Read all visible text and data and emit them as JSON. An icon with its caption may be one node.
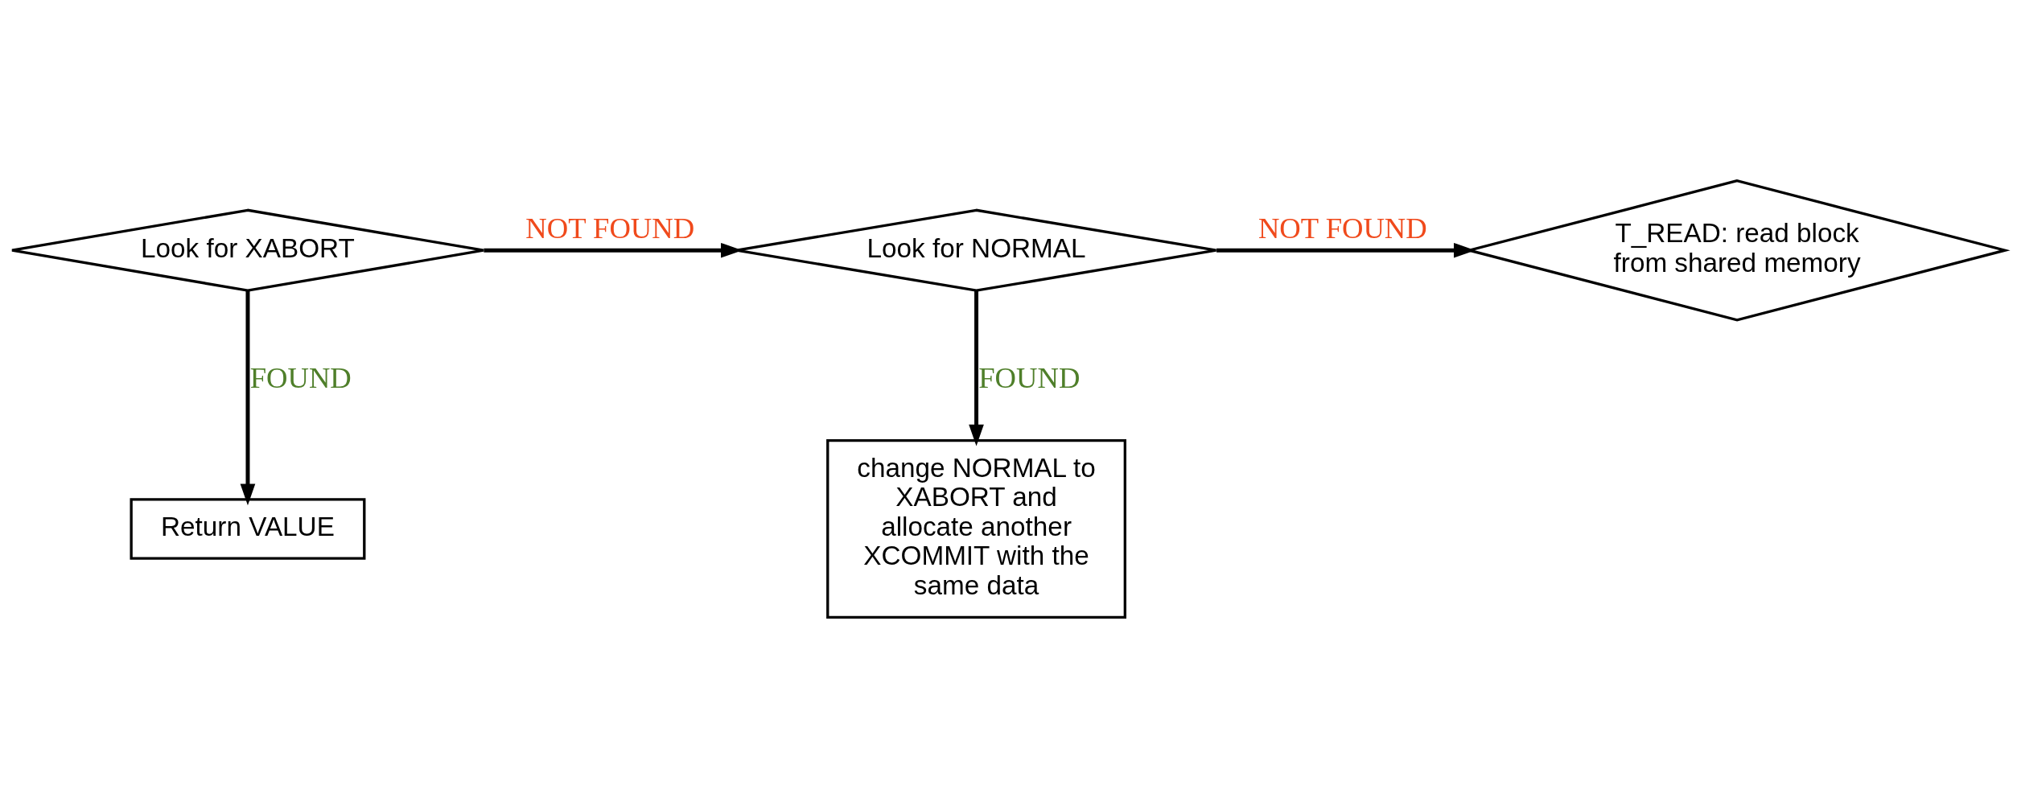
{
  "diagram": {
    "nodes": [
      {
        "text": [
          "Look for XABORT"
        ]
      },
      {
        "text": [
          "Look for NORMAL"
        ]
      },
      {
        "text": [
          "T_READ: read block from shared memory"
        ]
      },
      {
        "text": [
          "Return VALUE"
        ]
      },
      {
        "text": [
          "change NORMAL to XABORT and allocate another XCOMMIT with the same data"
        ]
      }
    ],
    "edges": [
      {
        "from": 0,
        "to": 1,
        "arrow": "to",
        "label": "NOT FOUND"
      },
      {
        "from": 1,
        "to": 2,
        "arrow": "to",
        "label": "NOT FOUND"
      },
      {
        "from": 0,
        "to": 3,
        "arrow": "to",
        "label": "FOUND"
      },
      {
        "from": 1,
        "to": 4,
        "arrow": "to",
        "label": "FOUND"
      }
    ]
  }
}
